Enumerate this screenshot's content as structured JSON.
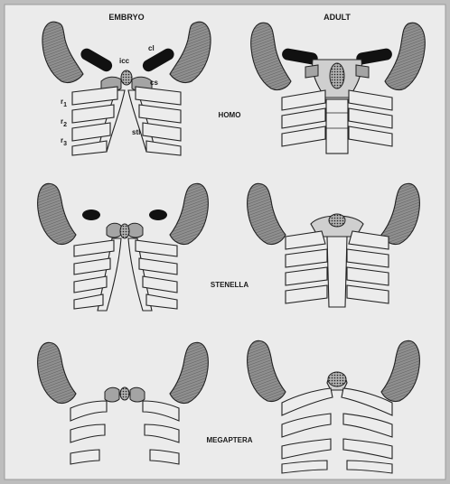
{
  "figure": {
    "columns": {
      "embryo": "EMBRYO",
      "adult": "ADULT"
    },
    "taxa": {
      "homo": "HOMO",
      "stenella": "STENELLA",
      "megaptera": "MEGAPTERA"
    },
    "labels": {
      "cl": "cl",
      "icc": "icc",
      "cs": "cs",
      "stl": "stl",
      "r1": "r",
      "r1_sub": "1",
      "r2": "r",
      "r2_sub": "2",
      "r3": "r",
      "r3_sub": "3"
    },
    "colors": {
      "background": "#bdbdbd",
      "panel": "#ebebeb",
      "scapula": "#8f8f8f",
      "clavicle": "#111111",
      "bone": "#ececec",
      "coracoid": "#a4a4a4",
      "sternum": "#cfcfcf",
      "ink": "#1a1a1a"
    }
  }
}
